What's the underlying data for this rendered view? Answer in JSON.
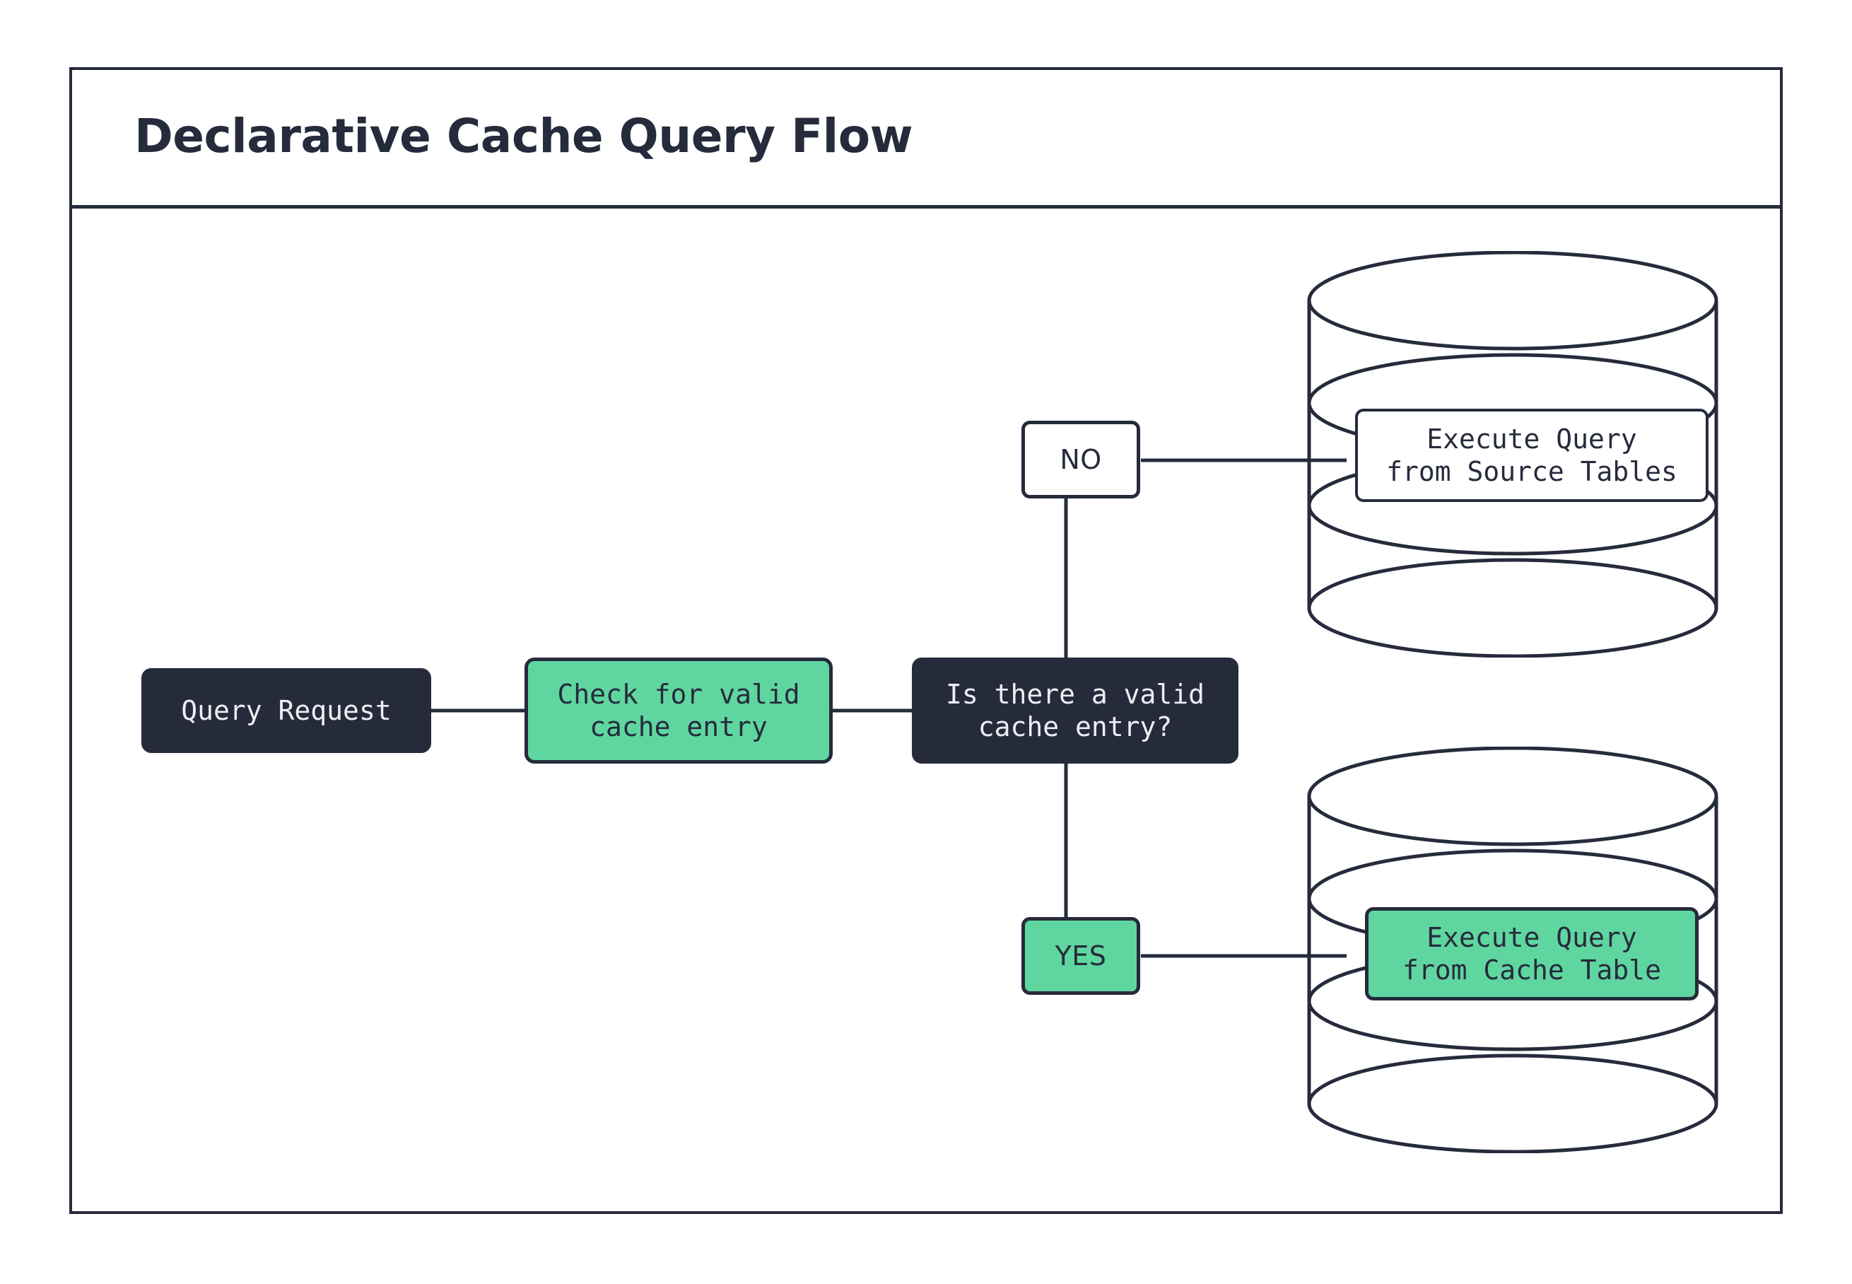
{
  "diagram": {
    "title": "Declarative Cache Query Flow",
    "colors": {
      "ink": "#262b3c",
      "accent_green": "#5fd6a0",
      "surface": "#ffffff",
      "dark_text": "#eceef2"
    },
    "nodes": {
      "query_request": {
        "label": "Query Request",
        "style": "dark"
      },
      "check_cache": {
        "label": "Check for valid\ncache entry",
        "style": "green"
      },
      "decision": {
        "label": "Is there a valid\ncache entry?",
        "style": "dark"
      },
      "source_tables": {
        "label": "Execute Query\nfrom Source Tables",
        "style": "white"
      },
      "cache_table": {
        "label": "Execute Query\nfrom Cache Table",
        "style": "green"
      }
    },
    "edge_labels": {
      "no": {
        "label": "NO",
        "style": "white"
      },
      "yes": {
        "label": "YES",
        "style": "green"
      }
    },
    "shapes": {
      "source_db": "database-cylinder-icon",
      "cache_db": "database-cylinder-icon"
    }
  }
}
